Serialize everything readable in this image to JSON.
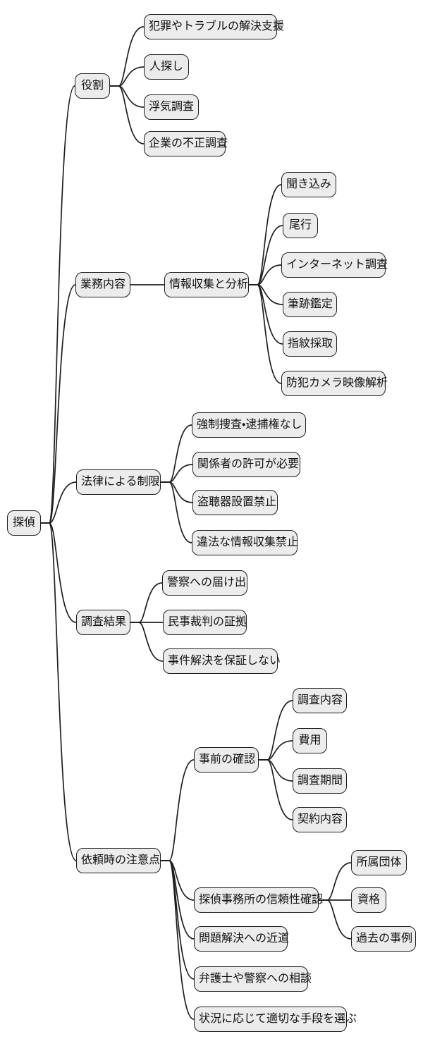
{
  "diagram": {
    "type": "mindmap",
    "language": "ja",
    "root_id": "root"
  },
  "colors": {
    "node_fill": "#ececec",
    "node_border": "#1f1f1f",
    "edge": "#1f1f1f",
    "text": "#111111",
    "background": "#ffffff"
  },
  "nodes": {
    "root": {
      "label": "探偵"
    },
    "yakuwari": {
      "label": "役割"
    },
    "r1": {
      "label": "犯罪やトラブルの解決支援"
    },
    "r2": {
      "label": "人探し"
    },
    "r3": {
      "label": "浮気調査"
    },
    "r4": {
      "label": "企業の不正調査"
    },
    "gyomu": {
      "label": "業務内容"
    },
    "joho": {
      "label": "情報収集と分析"
    },
    "j1": {
      "label": "聞き込み"
    },
    "j2": {
      "label": "尾行"
    },
    "j3": {
      "label": "インターネット調査"
    },
    "j4": {
      "label": "筆跡鑑定"
    },
    "j5": {
      "label": "指紋採取"
    },
    "j6": {
      "label": "防犯カメラ映像解析"
    },
    "horitsu": {
      "label": "法律による制限"
    },
    "h1": {
      "label": "強制捜査・逮捕権なし"
    },
    "h2": {
      "label": "関係者の許可が必要"
    },
    "h3": {
      "label": "盗聴器設置禁止"
    },
    "h4": {
      "label": "違法な情報収集禁止"
    },
    "chosa": {
      "label": "調査結果"
    },
    "c1": {
      "label": "警察への届け出"
    },
    "c2": {
      "label": "民事裁判の証拠"
    },
    "c3": {
      "label": "事件解決を保証しない"
    },
    "irai": {
      "label": "依頼時の注意点"
    },
    "i1": {
      "label": "事前の確認"
    },
    "i1a": {
      "label": "調査内容"
    },
    "i1b": {
      "label": "費用"
    },
    "i1c": {
      "label": "調査期間"
    },
    "i1d": {
      "label": "契約内容"
    },
    "i2": {
      "label": "探偵事務所の信頼性確認"
    },
    "i2a": {
      "label": "所属団体"
    },
    "i2b": {
      "label": "資格"
    },
    "i2c": {
      "label": "過去の事例"
    },
    "i3": {
      "label": "問題解決への近道"
    },
    "i4": {
      "label": "弁護士や警察への相談"
    },
    "i5": {
      "label": "状況に応じて適切な手段を選ぶ"
    }
  },
  "structure": {
    "root": [
      "yakuwari",
      "gyomu",
      "horitsu",
      "chosa",
      "irai"
    ],
    "yakuwari": [
      "r1",
      "r2",
      "r3",
      "r4"
    ],
    "gyomu": [
      "joho"
    ],
    "joho": [
      "j1",
      "j2",
      "j3",
      "j4",
      "j5",
      "j6"
    ],
    "horitsu": [
      "h1",
      "h2",
      "h3",
      "h4"
    ],
    "chosa": [
      "c1",
      "c2",
      "c3"
    ],
    "irai": [
      "i1",
      "i2",
      "i3",
      "i4",
      "i5"
    ],
    "i1": [
      "i1a",
      "i1b",
      "i1c",
      "i1d"
    ],
    "i2": [
      "i2a",
      "i2b",
      "i2c"
    ]
  }
}
